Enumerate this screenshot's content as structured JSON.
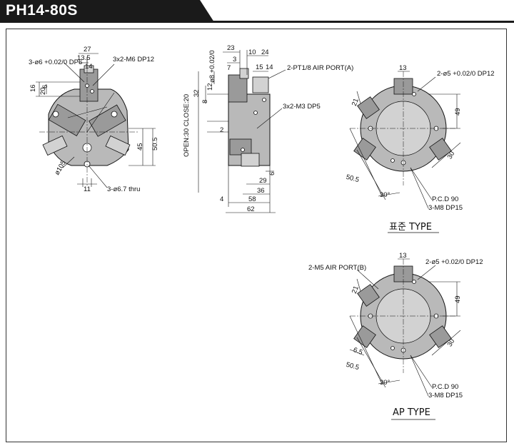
{
  "title": "PH14-80S",
  "front_view": {
    "labels": {
      "pin_hole": "3-ø6 +0.02/0 DP6",
      "tap": "3x2-M6 DP12",
      "thru": "3-ø6.7 thru",
      "dia": "ø105"
    },
    "dims": [
      "27",
      "13.5",
      "14",
      "16",
      "20",
      "6",
      "50.5",
      "45",
      "11"
    ]
  },
  "side_view": {
    "labels": {
      "air_port": "2-PT1/8 AIR PORT(A)",
      "tap": "3x2-M3 DP5",
      "stroke": "OPEN:30 CLOSE:20",
      "dia8": "ø8 +0.02/0"
    },
    "dims": [
      "23",
      "10",
      "24",
      "3",
      "7",
      "15",
      "14",
      "32",
      "8",
      "12",
      "2",
      "29",
      "36",
      "58",
      "62",
      "4",
      "6"
    ]
  },
  "standard_view": {
    "labels": {
      "pin": "2-ø5 +0.02/0 DP12",
      "pcd": "P.C.D 90",
      "tap": "3-M8 DP15",
      "type": "표준 TYPE"
    },
    "dims": [
      "13",
      "21",
      "49",
      "30",
      "50.5",
      "30°"
    ]
  },
  "ap_view": {
    "labels": {
      "air_port": "2-M5 AIR PORT(B)",
      "pin": "2-ø5 +0.02/0 DP12",
      "pcd": "P.C.D 90",
      "tap": "3-M8 DP15",
      "type": "AP TYPE"
    },
    "dims": [
      "13",
      "21",
      "49",
      "30",
      "6.5",
      "50.5",
      "30°"
    ]
  }
}
